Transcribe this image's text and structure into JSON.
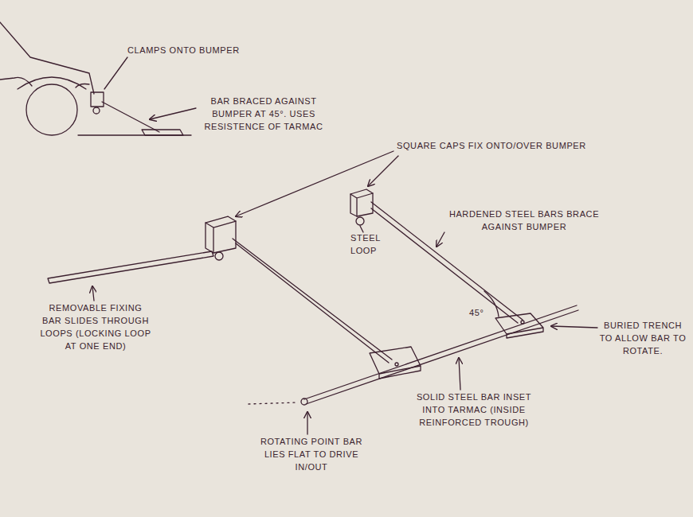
{
  "diagram": {
    "labels": [
      "CLAMPS ONTO BUMPER",
      "BAR BRACED AGAINST BUMPER AT 45°. USES RESISTENCE OF TARMAC",
      "SQUARE CAPS FIX ONTO/OVER BUMPER",
      "STEEL LOOP",
      "HARDENED STEEL BARS BRACE AGAINST BUMPER",
      "45°",
      "REMOVABLE FIXING BAR SLIDES THROUGH LOOPS (LOCKING LOOP AT ONE END)",
      "BURIED TRENCH TO ALLOW BAR TO ROTATE.",
      "SOLID STEEL BAR INSET INTO TARMAC (INSIDE REINFORCED TROUGH)",
      "ROTATING POINT BAR LIES FLAT TO DRIVE IN/OUT"
    ]
  }
}
